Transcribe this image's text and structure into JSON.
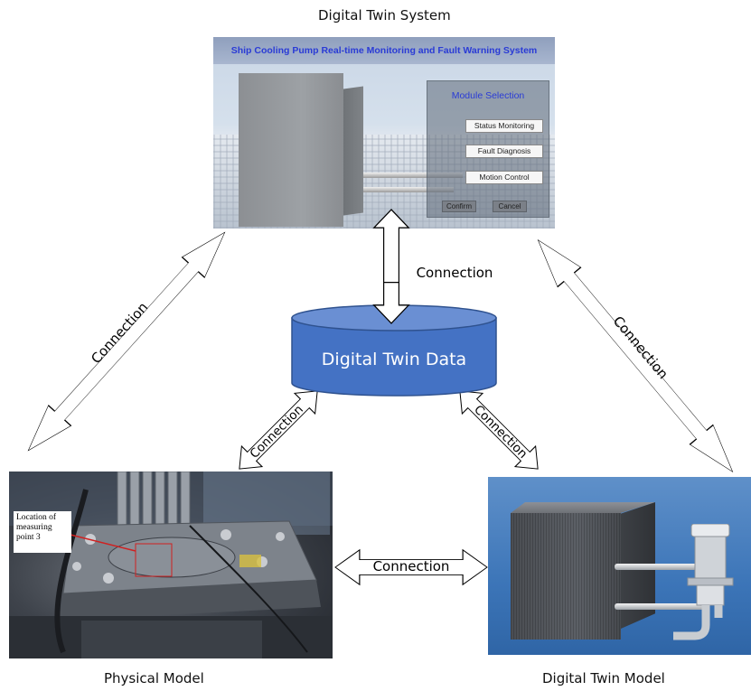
{
  "top_caption": "Digital Twin System",
  "system_screen": {
    "title": "Ship Cooling Pump Real-time Monitoring and Fault Warning System",
    "panel_title": "Module Selection",
    "modules": [
      "Status Monitoring",
      "Fault Diagnosis",
      "Motion Control"
    ],
    "confirm_label": "Confirm",
    "cancel_label": "Cancel"
  },
  "database": {
    "label": "Digital Twin Data",
    "color": "#4472c4"
  },
  "connections": {
    "system_data": "Connection",
    "system_physical": "Connection",
    "system_twin_model": "Connection",
    "data_physical": "Connection",
    "data_twin_model": "Connection",
    "physical_twin_model": "Connection"
  },
  "physical": {
    "caption": "Physical Model",
    "callout": "Location of measuring point 3"
  },
  "twin_model": {
    "caption": "Digital Twin Model"
  }
}
